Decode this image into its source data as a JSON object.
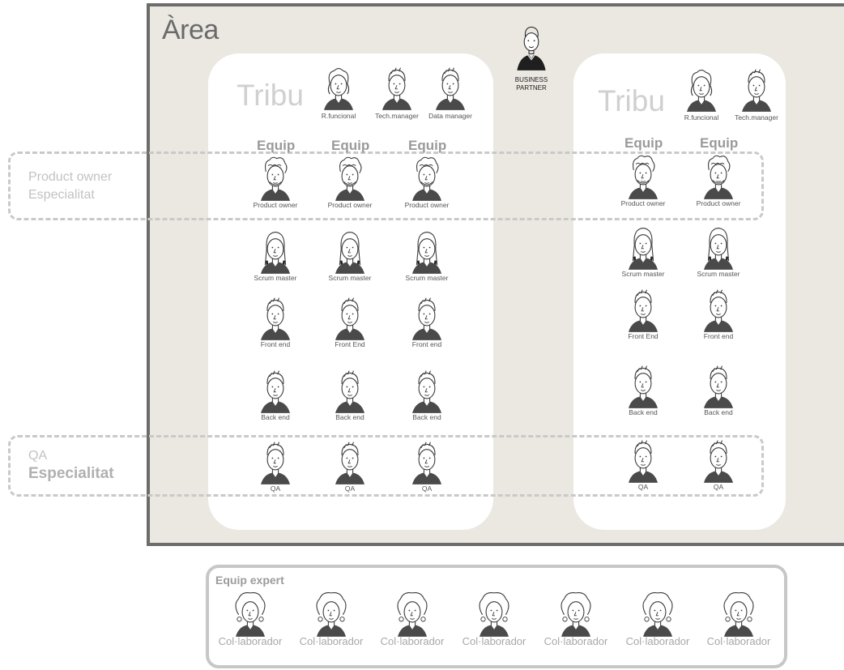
{
  "area": {
    "title": "Àrea"
  },
  "business_partner": {
    "line1": "BUSINESS",
    "line2": "PARTNER"
  },
  "tribes": [
    {
      "title": "Tribu",
      "leads": [
        "R.funcional",
        "Tech.manager",
        "Data manager"
      ],
      "team_heading": "Equip",
      "teams": [
        {
          "product_owner": "Product owner",
          "scrum_master": "Scrum master",
          "front": "Front end",
          "back": "Back end",
          "qa": "QA"
        },
        {
          "product_owner": "Product owner",
          "scrum_master": "Scrum master",
          "front": "Front End",
          "back": "Back end",
          "qa": "QA"
        },
        {
          "product_owner": "Product owner",
          "scrum_master": "Scrum master",
          "front": "Front end",
          "back": "Back end",
          "qa": "QA"
        }
      ]
    },
    {
      "title": "Tribu",
      "leads": [
        "R.funcional",
        "Tech.manager"
      ],
      "team_heading": "Equip",
      "teams": [
        {
          "product_owner": "Product owner",
          "scrum_master": "Scrum master",
          "front": "Front End",
          "back": "Back end",
          "qa": "QA"
        },
        {
          "product_owner": "Product owner",
          "scrum_master": "Scrum master",
          "front": "Front end",
          "back": "Back end",
          "qa": "QA"
        }
      ]
    }
  ],
  "specialities": [
    {
      "line1": "Product owner",
      "line2": "Especialitat"
    },
    {
      "line1": "QA",
      "line2": "Especialitat"
    }
  ],
  "expert_team": {
    "title": "Equip expert",
    "members": [
      "Col·laborador",
      "Col·laborador",
      "Col·laborador",
      "Col·laborador",
      "Col·laborador",
      "Col·laborador",
      "Col·laborador"
    ]
  }
}
